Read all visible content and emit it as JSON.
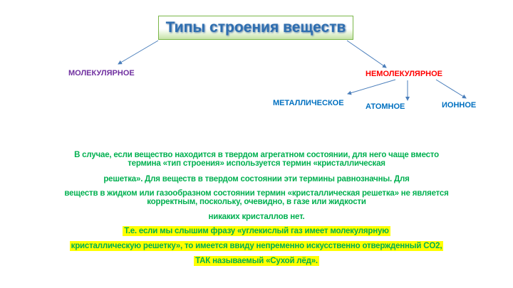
{
  "title": "Типы строения веществ",
  "branches": {
    "molecular": "МОЛЕКУЛЯРНОЕ",
    "nonmolecular": "НЕМОЛЕКУЛЯРНОЕ",
    "metallic": "МЕТАЛЛИЧЕСКОЕ",
    "atomic": "АТОМНОЕ",
    "ionic": "ИОННОЕ"
  },
  "colors": {
    "molecular": "#7030a0",
    "nonmolecular": "#ff0000",
    "sub": "#0070c0",
    "text": "#00b050",
    "highlight": "#ffff00"
  },
  "body_lines": [
    "В случае, если вещество находится в твердом агрегатном состоянии, для него чаще вместо",
    "термина «тип строения» используется термин «кристаллическая",
    "решетка». Для веществ в твердом состоянии эти термины равнозначны. Для",
    "веществ в жидком или газообразном состоянии термин «кристаллическая решетка» не является",
    "корректным, поскольку, очевидно, в газе или жидкости",
    "никаких кристаллов нет."
  ],
  "highlight_lines": [
    "Т.е. если мы слышим фразу «углекислый газ имеет молекулярную",
    "кристаллическую решетку», то имеется ввиду непременно искусственно отвержденный CO2,",
    "ТАК называемый «Сухой лёд»."
  ]
}
